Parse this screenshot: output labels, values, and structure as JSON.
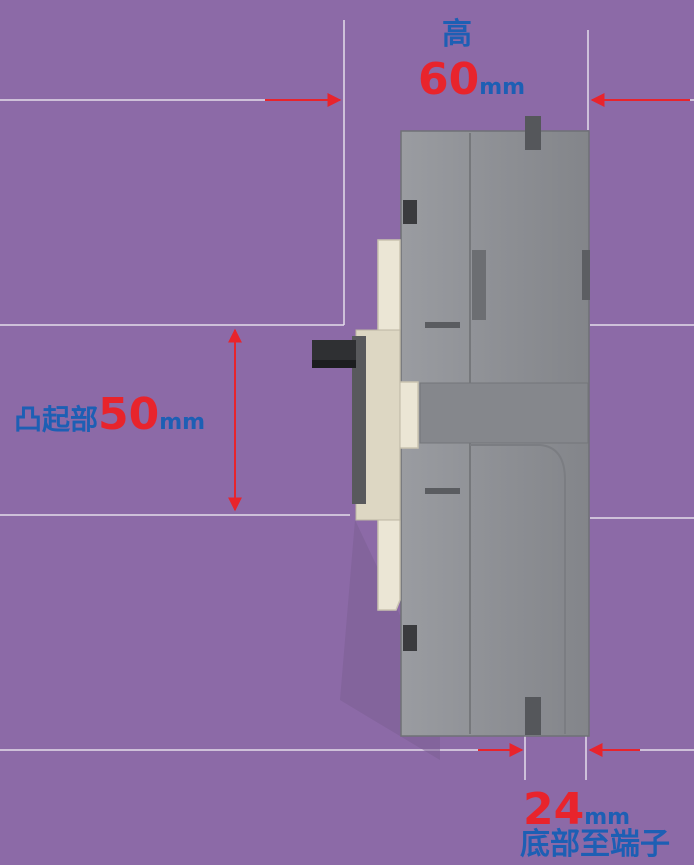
{
  "height_dim": {
    "caption": "高",
    "value": "60",
    "unit": "mm"
  },
  "protrusion_dim": {
    "caption": "凸起部",
    "value": "50",
    "unit": "mm"
  },
  "bottom_dim": {
    "value": "24",
    "unit": "mm",
    "caption": "底部至端子"
  },
  "colors": {
    "background": "#8c6aa7",
    "guide_line": "#e4dcea",
    "arrow": "#e8242c",
    "value_text": "#e8242c",
    "caption_text": "#1d5fb4",
    "body_gray": "#8f9196",
    "handle_cream": "#ebe6d5"
  }
}
